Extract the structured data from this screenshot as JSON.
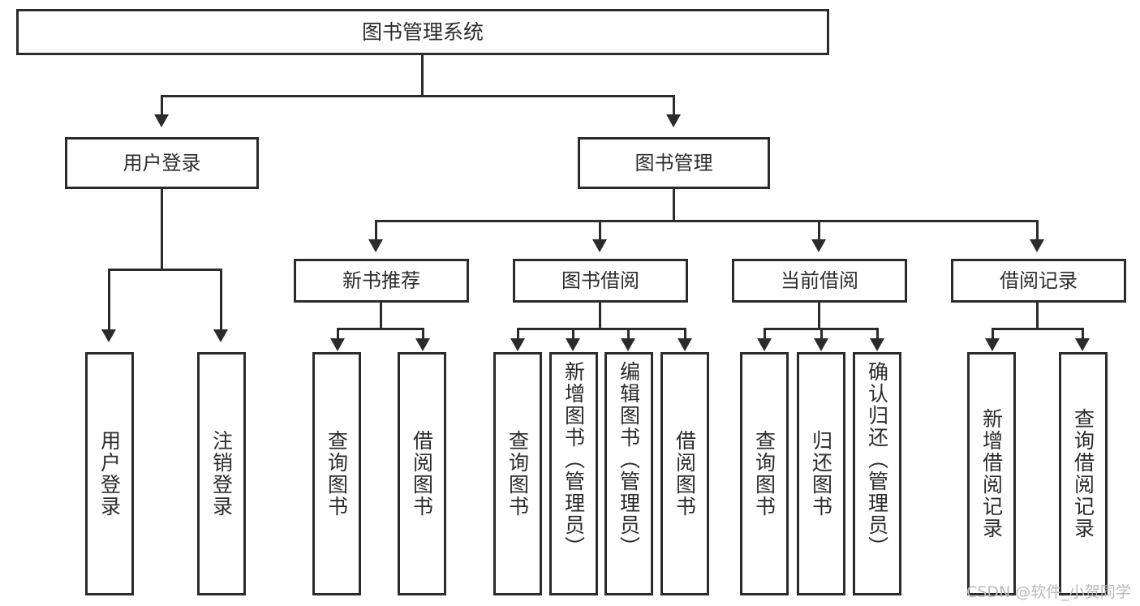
{
  "diagram": {
    "type": "tree-hierarchy",
    "root": {
      "label": "图书管理系统"
    },
    "level2": [
      {
        "label": "用户登录"
      },
      {
        "label": "图书管理"
      }
    ],
    "level3": [
      {
        "label": "新书推荐"
      },
      {
        "label": "图书借阅"
      },
      {
        "label": "当前借阅"
      },
      {
        "label": "借阅记录"
      }
    ],
    "leaves": {
      "user_login": [
        {
          "label": "用户登录"
        },
        {
          "label": "注销登录"
        }
      ],
      "new_book_recommend": [
        {
          "label": "查询图书"
        },
        {
          "label": "借阅图书"
        }
      ],
      "book_borrow": [
        {
          "label": "查询图书"
        },
        {
          "label": "新增图书（管理员）"
        },
        {
          "label": "编辑图书（管理员）"
        },
        {
          "label": "借阅图书"
        }
      ],
      "current_borrow": [
        {
          "label": "查询图书"
        },
        {
          "label": "归还图书"
        },
        {
          "label": "确认归还（管理员）"
        }
      ],
      "borrow_record": [
        {
          "label": "新增借阅记录"
        },
        {
          "label": "查询借阅记录"
        }
      ]
    }
  },
  "watermark": {
    "text": "CSDN @软件_小贺同学"
  },
  "colors": {
    "stroke": "#2b2b2b",
    "background": "#ffffff",
    "text": "#2b2b2b",
    "watermark": "#b9b9b9"
  }
}
